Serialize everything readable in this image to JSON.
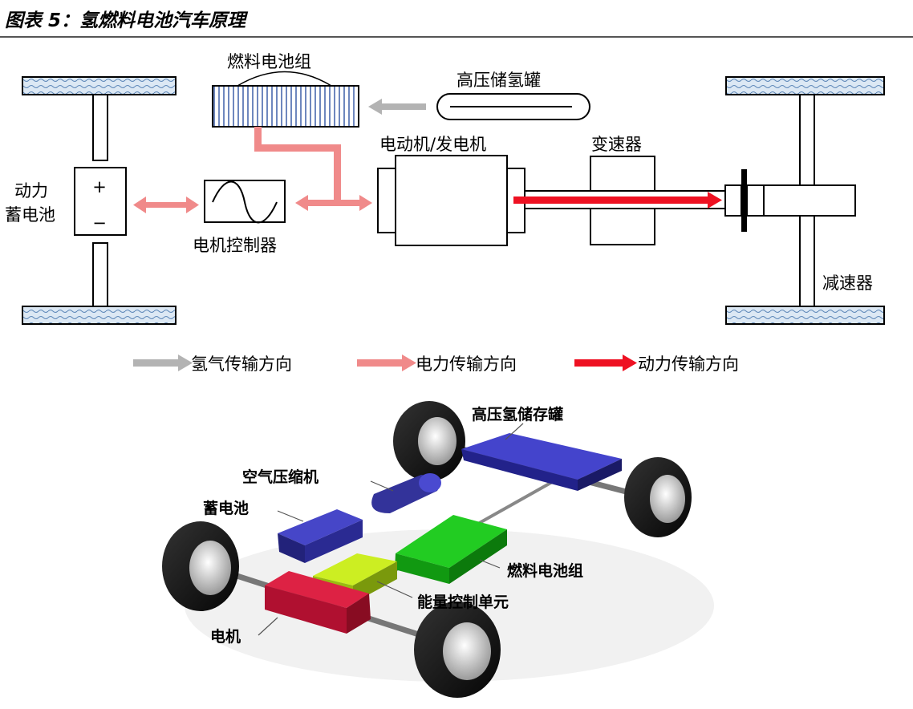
{
  "caption": "图表 5：氢燃料电池汽车原理",
  "schematic": {
    "fuel_cell_stack": "燃料电池组",
    "hydrogen_tank": "高压储氢罐",
    "motor_generator": "电动机/发电机",
    "transmission": "变速器",
    "battery_line1": "动力",
    "battery_line2": "蓄电池",
    "battery_plus": "+",
    "battery_minus": "−",
    "motor_controller": "电机控制器",
    "reducer": "减速器"
  },
  "legend": [
    {
      "label": "氢气传输方向",
      "color": "#b3b3b3"
    },
    {
      "label": "电力传输方向",
      "color": "#f08a8a"
    },
    {
      "label": "动力传输方向",
      "color": "#ee1122"
    }
  ],
  "car_illustration": {
    "tank": "高压氢储存罐",
    "compressor": "空气压缩机",
    "battery": "蓄电池",
    "fuel_cell": "燃料电池组",
    "control_unit": "能量控制单元",
    "motor": "电机"
  }
}
